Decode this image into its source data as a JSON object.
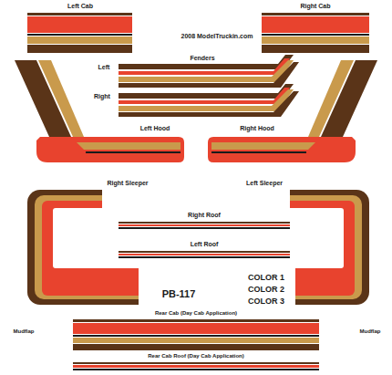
{
  "diagram": {
    "labels": [
      "Left Cab",
      "Right Cab",
      "2008 ModelTruckin.com",
      "Fenders",
      "Left",
      "Right",
      "Left Hood",
      "Right Hood",
      "Right Sleeper",
      "Left Sleeper",
      "Right Roof",
      "Left Roof",
      "COLOR 1",
      "COLOR 2",
      "COLOR 3",
      "PB-117",
      "Rear Cab (Day Cab Application)",
      "Mudflap",
      "Mudflap",
      "Rear Cab Roof (Day Cab Application)"
    ]
  }
}
